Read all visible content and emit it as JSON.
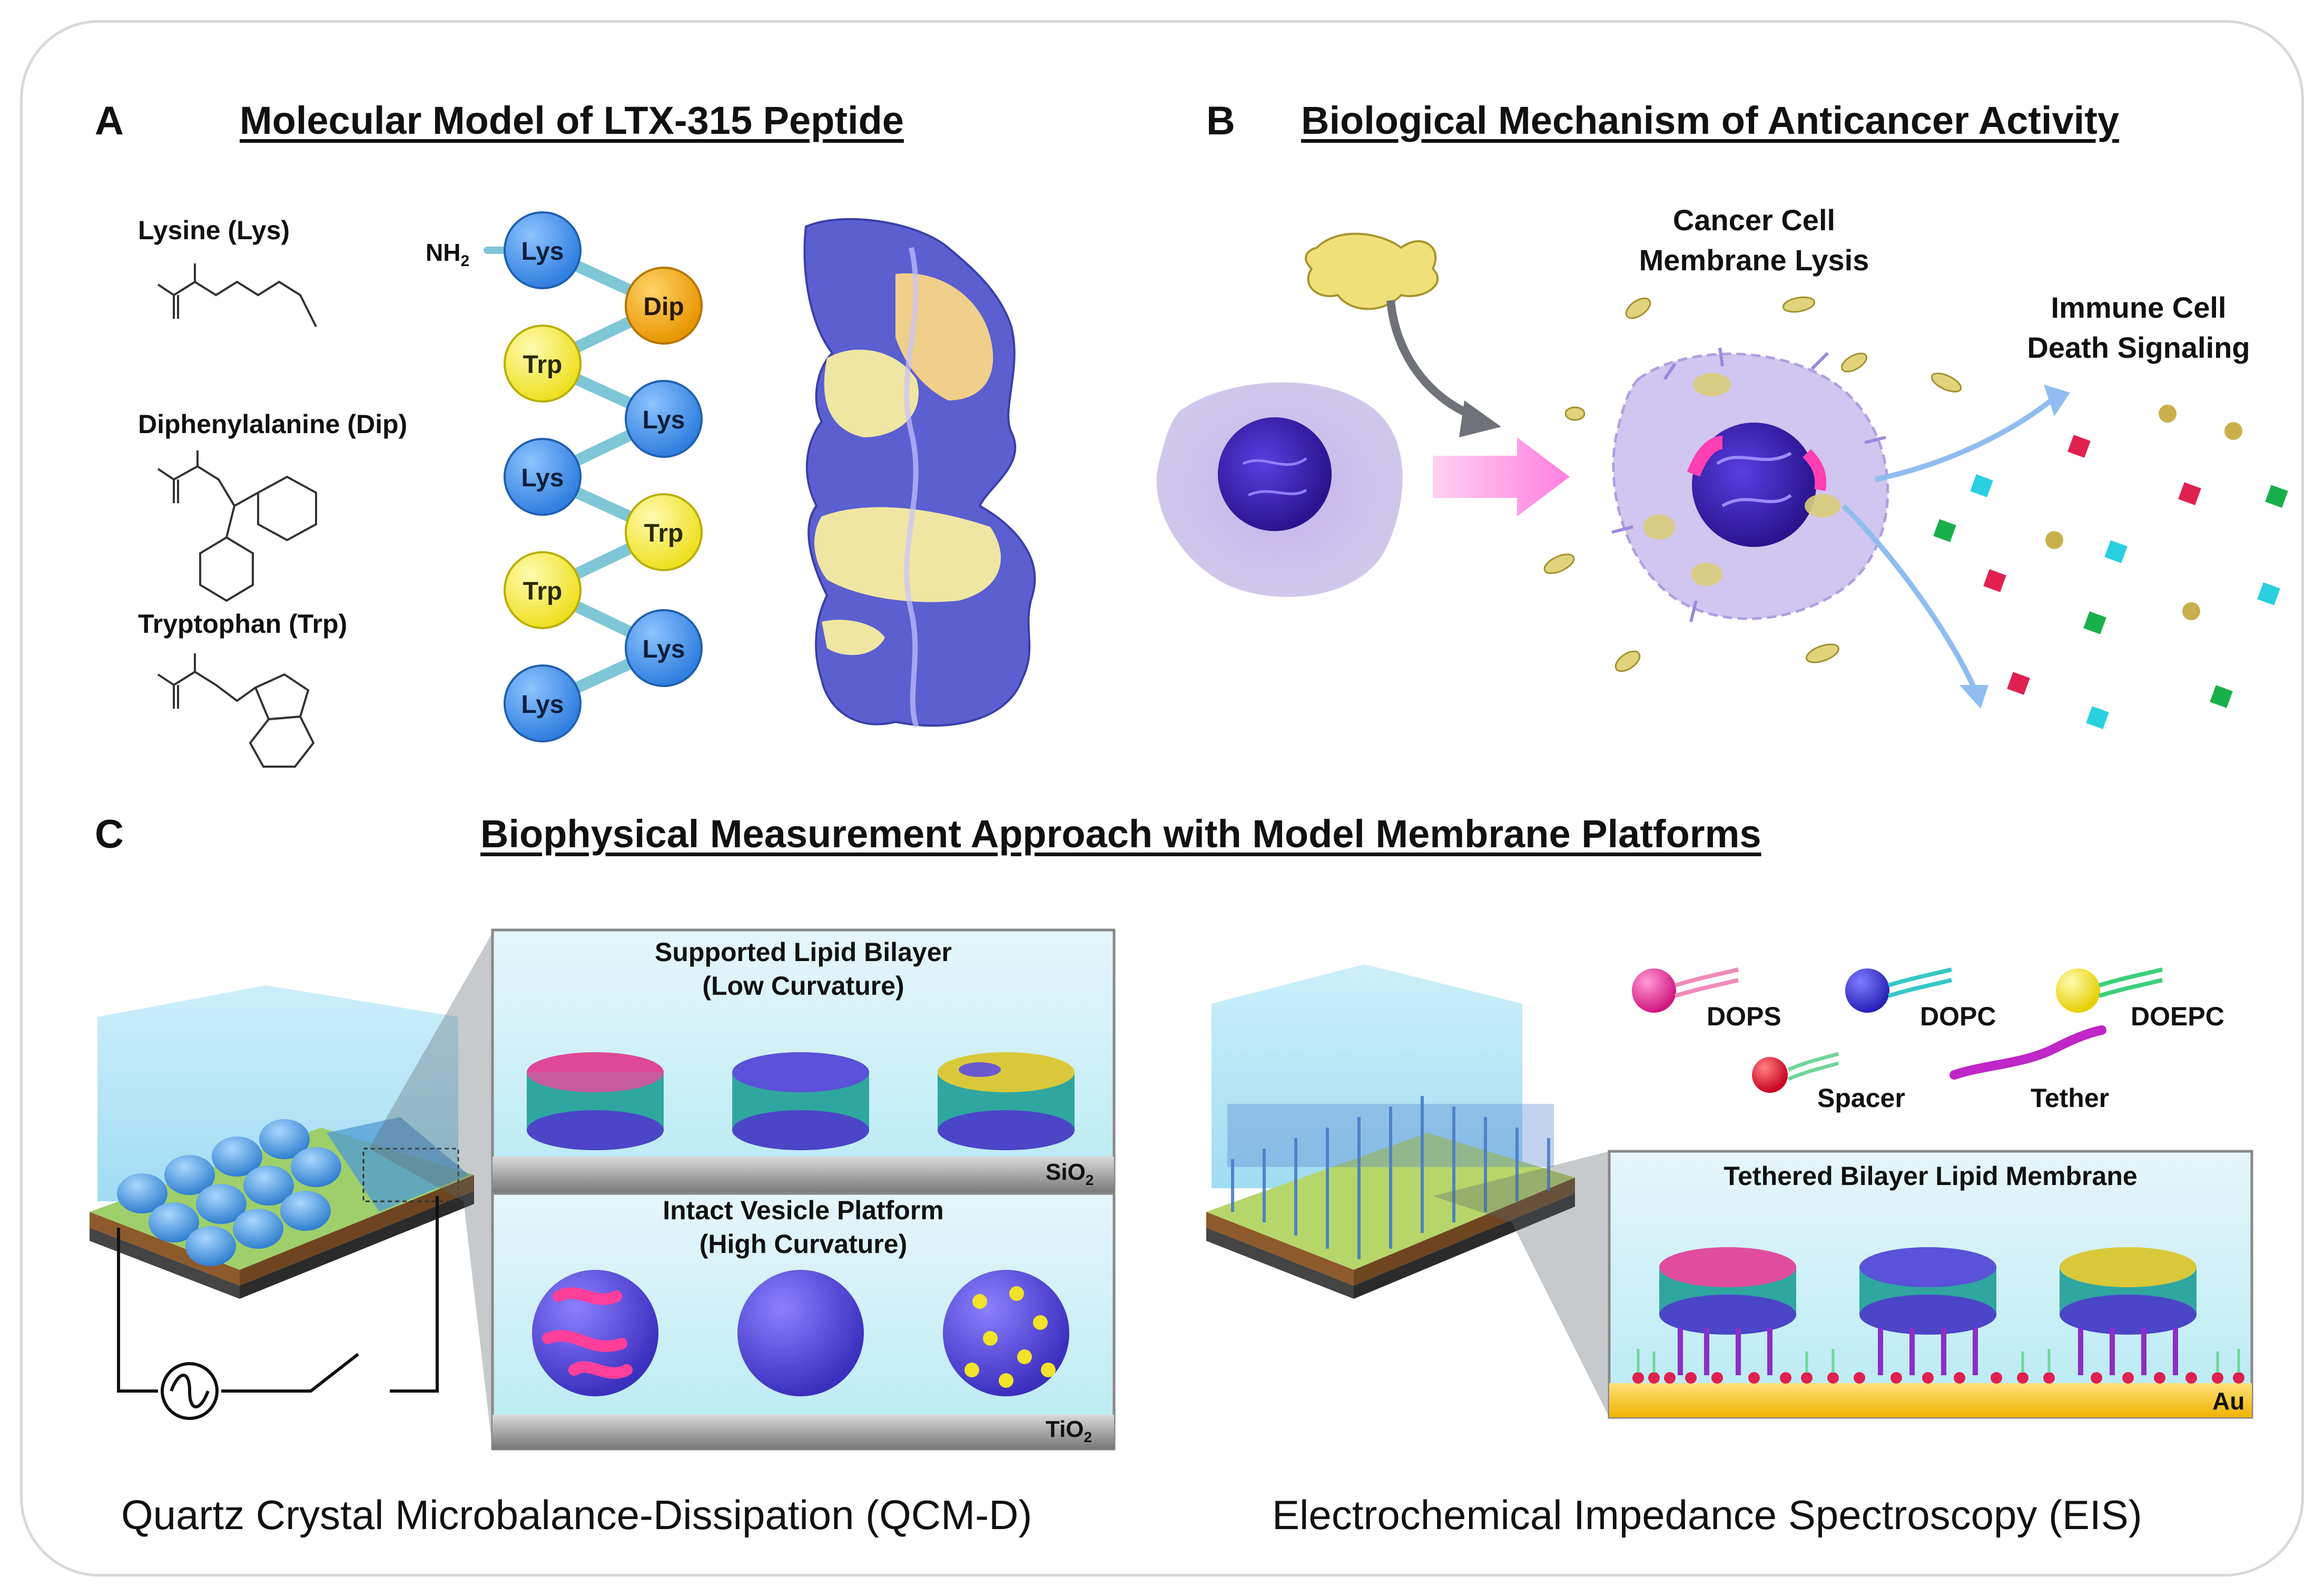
{
  "panel_a": {
    "letter": "A",
    "title": "Molecular Model of LTX-315 Peptide",
    "amino_acids": [
      "Lysine (Lys)",
      "Diphenylalanine (Dip)",
      "Tryptophan (Trp)"
    ],
    "nh2": "NH",
    "nh2_sub": "2",
    "residues": [
      "Lys",
      "Dip",
      "Trp",
      "Lys",
      "Lys",
      "Trp",
      "Trp",
      "Lys",
      "Lys"
    ],
    "colors": {
      "lys": "#3d8ee8",
      "dip": "#f2a400",
      "trp": "#f6f032",
      "link": "#7fc6d6"
    }
  },
  "panel_b": {
    "letter": "B",
    "title": "Biological Mechanism of Anticancer Activity",
    "lysis_line1": "Cancer Cell",
    "lysis_line2": "Membrane Lysis",
    "immune_line1": "Immune Cell",
    "immune_line2": "Death Signaling"
  },
  "panel_c": {
    "letter": "C",
    "title": "Biophysical Measurement Approach with Model Membrane Platforms",
    "slb_line1": "Supported Lipid Bilayer",
    "slb_line2": "(Low Curvature)",
    "sio2": "SiO",
    "sio2_sub": "2",
    "ivp_line1": "Intact Vesicle Platform",
    "ivp_line2": "(High Curvature)",
    "tio2": "TiO",
    "tio2_sub": "2",
    "legend": [
      "DOPS",
      "DOPC",
      "DOEPC",
      "Spacer",
      "Tether"
    ],
    "tblm": "Tethered Bilayer Lipid Membrane",
    "au": "Au",
    "qcmd_caption": "Quartz Crystal Microbalance-Dissipation (QCM-D)",
    "eis_caption": "Electrochemical Impedance Spectroscopy (EIS)"
  }
}
